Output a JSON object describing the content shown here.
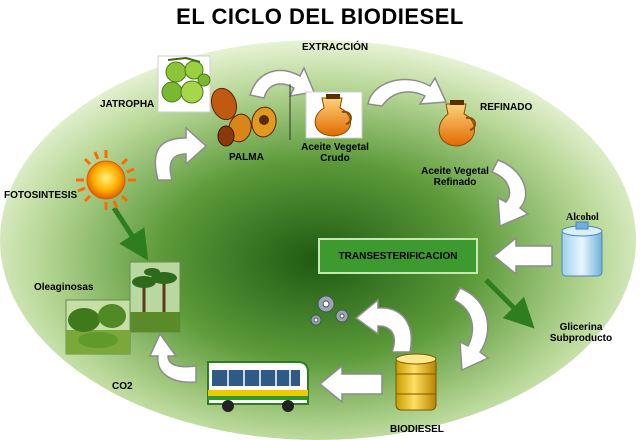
{
  "title": "EL CICLO DEL BIODIESEL",
  "labels": {
    "extraccion": "EXTRACCIÓN",
    "jatropha": "JATROPHA",
    "palma": "PALMA",
    "aceite_crudo_1": "Aceite Vegetal",
    "aceite_crudo_2": "Crudo",
    "refinado": "REFINADO",
    "aceite_refinado_1": "Aceite Vegetal",
    "aceite_refinado_2": "Refinado",
    "fotosintesis": "FOTOSINTESIS",
    "alcohol": "Alcohol",
    "transesterificacion": "TRANSESTERIFICACION",
    "oleaginosas": "Oleaginosas",
    "glicerina_1": "Glicerina",
    "glicerina_2": "Subproducto",
    "co2": "CO2",
    "biodiesel": "BIODIESEL"
  },
  "colors": {
    "ellipse_center": "#1e5a12",
    "ellipse_edge": "#e8f3d6",
    "arrow_fill": "#ffffff",
    "arrow_stroke": "#8c8c8c",
    "green_arrow": "#2e7d1e",
    "trans_box": "#3c9a2e"
  },
  "icons": {
    "sun": "sun-icon",
    "jatropha": "jatropha-fruit-icon",
    "palm": "palm-fruit-icon",
    "crude_oil": "oil-jug-icon",
    "refined_oil": "oil-jug-icon",
    "alcohol": "alcohol-tank-icon",
    "biodiesel": "biodiesel-barrel-icon",
    "bus": "bus-icon",
    "gears": "gears-icon",
    "plantation": "palm-plantation-icon",
    "field": "oilseed-field-icon"
  }
}
